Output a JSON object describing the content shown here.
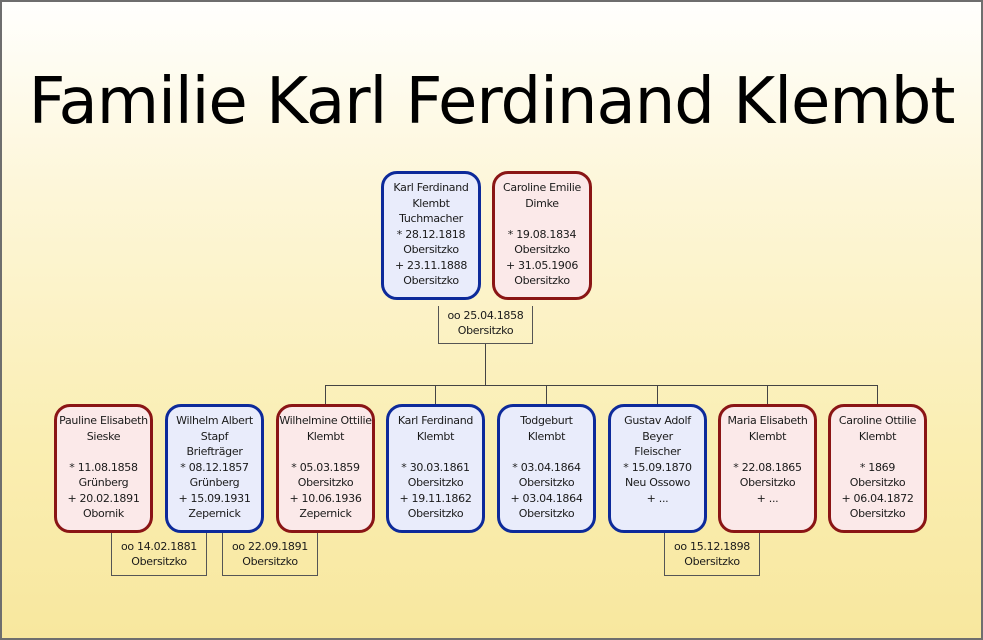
{
  "title": "Familie Karl Ferdinand Klembt",
  "parents": [
    {
      "name1": "Karl Ferdinand",
      "name2": "Klembt",
      "lines": [
        "Tuchmacher",
        "* 28.12.1818",
        "Obersitzko",
        "+ 23.11.1888",
        "Obersitzko"
      ]
    },
    {
      "name1": "Caroline Emilie",
      "name2": "Dimke",
      "lines": [
        "",
        "* 19.08.1834",
        "Obersitzko",
        "+ 31.05.1906",
        "Obersitzko"
      ]
    }
  ],
  "parents_marriage": {
    "date": "oo 25.04.1858",
    "place": "Obersitzko"
  },
  "children": [
    {
      "name1": "Pauline Elisabeth",
      "name2": "Sieske",
      "lines": [
        "",
        "* 11.08.1858",
        "Grünberg",
        "+ 20.02.1891",
        "Obornik"
      ]
    },
    {
      "name1": "Wilhelm Albert",
      "name2": "Stapf",
      "lines": [
        "Briefträger",
        "* 08.12.1857",
        "Grünberg",
        "+ 15.09.1931",
        "Zepernick"
      ]
    },
    {
      "name1": "Wilhelmine Ottilie",
      "name2": "Klembt",
      "lines": [
        "",
        "* 05.03.1859",
        "Obersitzko",
        "+ 10.06.1936",
        "Zepernick"
      ]
    },
    {
      "name1": "Karl Ferdinand",
      "name2": "Klembt",
      "lines": [
        "",
        "* 30.03.1861",
        "Obersitzko",
        "+ 19.11.1862",
        "Obersitzko"
      ]
    },
    {
      "name1": "Todgeburt",
      "name2": "Klembt",
      "lines": [
        "",
        "* 03.04.1864",
        "Obersitzko",
        "+ 03.04.1864",
        "Obersitzko"
      ]
    },
    {
      "name1": "Gustav Adolf",
      "name2": "Beyer",
      "lines": [
        "Fleischer",
        "* 15.09.1870",
        "Neu Ossowo",
        "+ ...",
        ""
      ]
    },
    {
      "name1": "Maria Elisabeth",
      "name2": "Klembt",
      "lines": [
        "",
        "* 22.08.1865",
        "Obersitzko",
        "+ ...",
        ""
      ]
    },
    {
      "name1": "Caroline Ottilie",
      "name2": "Klembt",
      "lines": [
        "",
        "* 1869",
        "Obersitzko",
        "+ 06.04.1872",
        "Obersitzko"
      ]
    }
  ],
  "child_marriages": [
    {
      "date": "oo 14.02.1881",
      "place": "Obersitzko"
    },
    {
      "date": "oo 22.09.1891",
      "place": "Obersitzko"
    },
    {
      "date": "oo 15.12.1898",
      "place": "Obersitzko"
    }
  ],
  "colors": {
    "male_border": "#0d2a9a",
    "female_border": "#8a1515",
    "male_fill": "#e9ecfb",
    "female_fill": "#fbe9e9"
  }
}
